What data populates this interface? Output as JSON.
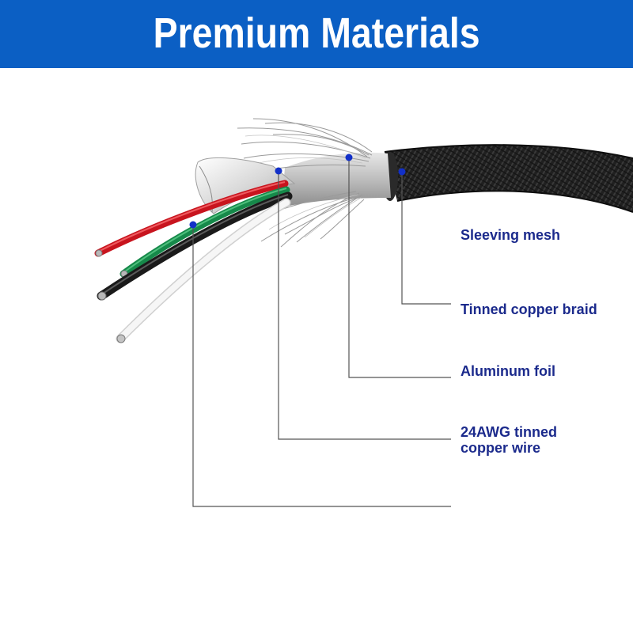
{
  "header": {
    "title": "Premium Materials",
    "background": "#0b5fc4"
  },
  "callouts": [
    {
      "label": "Sleeving mesh"
    },
    {
      "label": "Tinned copper braid"
    },
    {
      "label": "Aluminum foil"
    },
    {
      "label_line1": "24AWG tinned",
      "label_line2": "copper wire"
    }
  ],
  "colors": {
    "label_text": "#1b2a8c",
    "callout_dot": "#1230c8",
    "leader_line": "#555555",
    "wire_red": "#c8141e",
    "wire_green": "#16894a",
    "wire_black": "#1a1a1a",
    "wire_white": "#f2f2f2",
    "sleeve": "#1e1e1e"
  },
  "icons": [
    "cable-cross-section-illustration"
  ]
}
